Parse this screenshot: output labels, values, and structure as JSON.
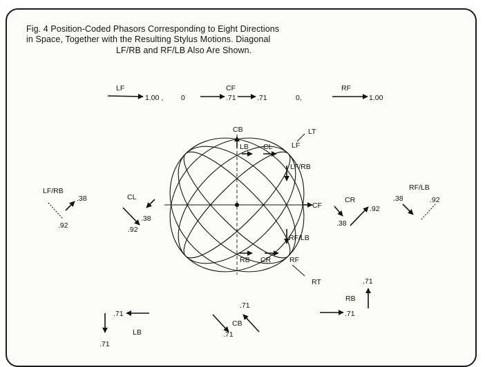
{
  "caption": {
    "line1": "Fig. 4   Position-Coded Phasors Corresponding to Eight Directions",
    "line2": "in Space, Together with the Resulting Stylus Motions.  Diagonal",
    "line3": "LF/RB and RF/LB Also Are Shown."
  },
  "top_row": {
    "lf_label": "LF",
    "lf_value": "1.00 ,",
    "lf_zero": "0",
    "cf_label": "CF",
    "cf_value1": ".71",
    "cf_value2": ".71",
    "rf_zero": "0,",
    "rf_label": "RF",
    "rf_value": "1.00"
  },
  "center": {
    "cb": "CB",
    "lb": "LB",
    "cl_top": "CL",
    "lf": "LF",
    "lt": "LT",
    "lf_rb": "LF/RB",
    "cf": "CF",
    "rf_lb": "RF/LB",
    "rb": "RB",
    "cr": "CR",
    "rf": "RF",
    "rt": "RT"
  },
  "left_group": {
    "lfrb_label": "LF/RB",
    "lfrb_38": ".38",
    "lfrb_92": ".92",
    "cl_label": "CL",
    "cl_38": ".38",
    "cl_92": ".92"
  },
  "right_group": {
    "cr_label": "CR",
    "cr_38": ".38",
    "cr_92": ".92",
    "rflb_label": "RF/LB",
    "rflb_38": ".38",
    "rflb_92": ".92"
  },
  "bottom_row": {
    "lb_71a": ".71",
    "lb_71b": ".71",
    "lb_label": "LB",
    "cb_71a": ".71",
    "cb_label": "CB",
    "cb_71b": ".71",
    "rb_71a": ".71",
    "rb_label": "RB",
    "rb_71b": ".71"
  }
}
